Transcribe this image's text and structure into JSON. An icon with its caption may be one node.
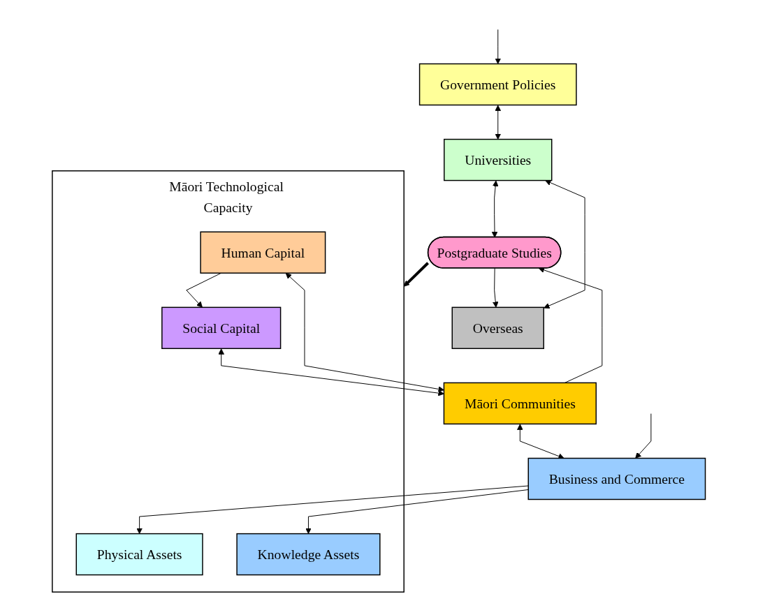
{
  "diagram": {
    "nodes": [
      {
        "text": [
          "Government Policies"
        ]
      },
      {
        "text": [
          "Overseas"
        ]
      },
      {
        "text": [
          "Universities"
        ]
      },
      {
        "text": [
          "Postgraduate Studies"
        ]
      },
      {
        "text": [
          "Māori Technological Capacity"
        ]
      },
      {
        "text": [
          "Social Capital"
        ],
        "in": 4
      },
      {
        "text": [
          "Human Capital"
        ],
        "in": 4
      },
      {
        "text": [
          "Physical Assets"
        ],
        "in": 4
      },
      {
        "text": [
          "Knowledge Assets"
        ],
        "in": 4
      },
      {
        "text": [
          "Māori Communities"
        ]
      },
      {
        "text": [
          "Business and Commerce"
        ]
      }
    ],
    "edges": [
      {
        "from": null,
        "to": 0,
        "arrow": "to"
      },
      {
        "from": 0,
        "to": 2,
        "arrow": "both"
      },
      {
        "from": 1,
        "to": 2,
        "arrow": "both"
      },
      {
        "from": 2,
        "to": 3,
        "arrow": "both"
      },
      {
        "from": 3,
        "to": 1,
        "arrow": "to"
      },
      {
        "from": 9,
        "to": 3,
        "arrow": "to"
      },
      {
        "from": 3,
        "to": 4,
        "arrow": "to",
        "style": "thick"
      },
      {
        "from": 6,
        "to": 5,
        "arrow": "to"
      },
      {
        "from": 5,
        "to": 9,
        "arrow": "both"
      },
      {
        "from": 6,
        "to": 9,
        "arrow": "both"
      },
      {
        "from": 9,
        "to": 10,
        "arrow": "both"
      },
      {
        "from": 10,
        "to": 7,
        "arrow": "to"
      },
      {
        "from": 10,
        "to": 8,
        "arrow": "to"
      },
      {
        "from": null,
        "to": 10,
        "arrow": "to"
      }
    ]
  }
}
